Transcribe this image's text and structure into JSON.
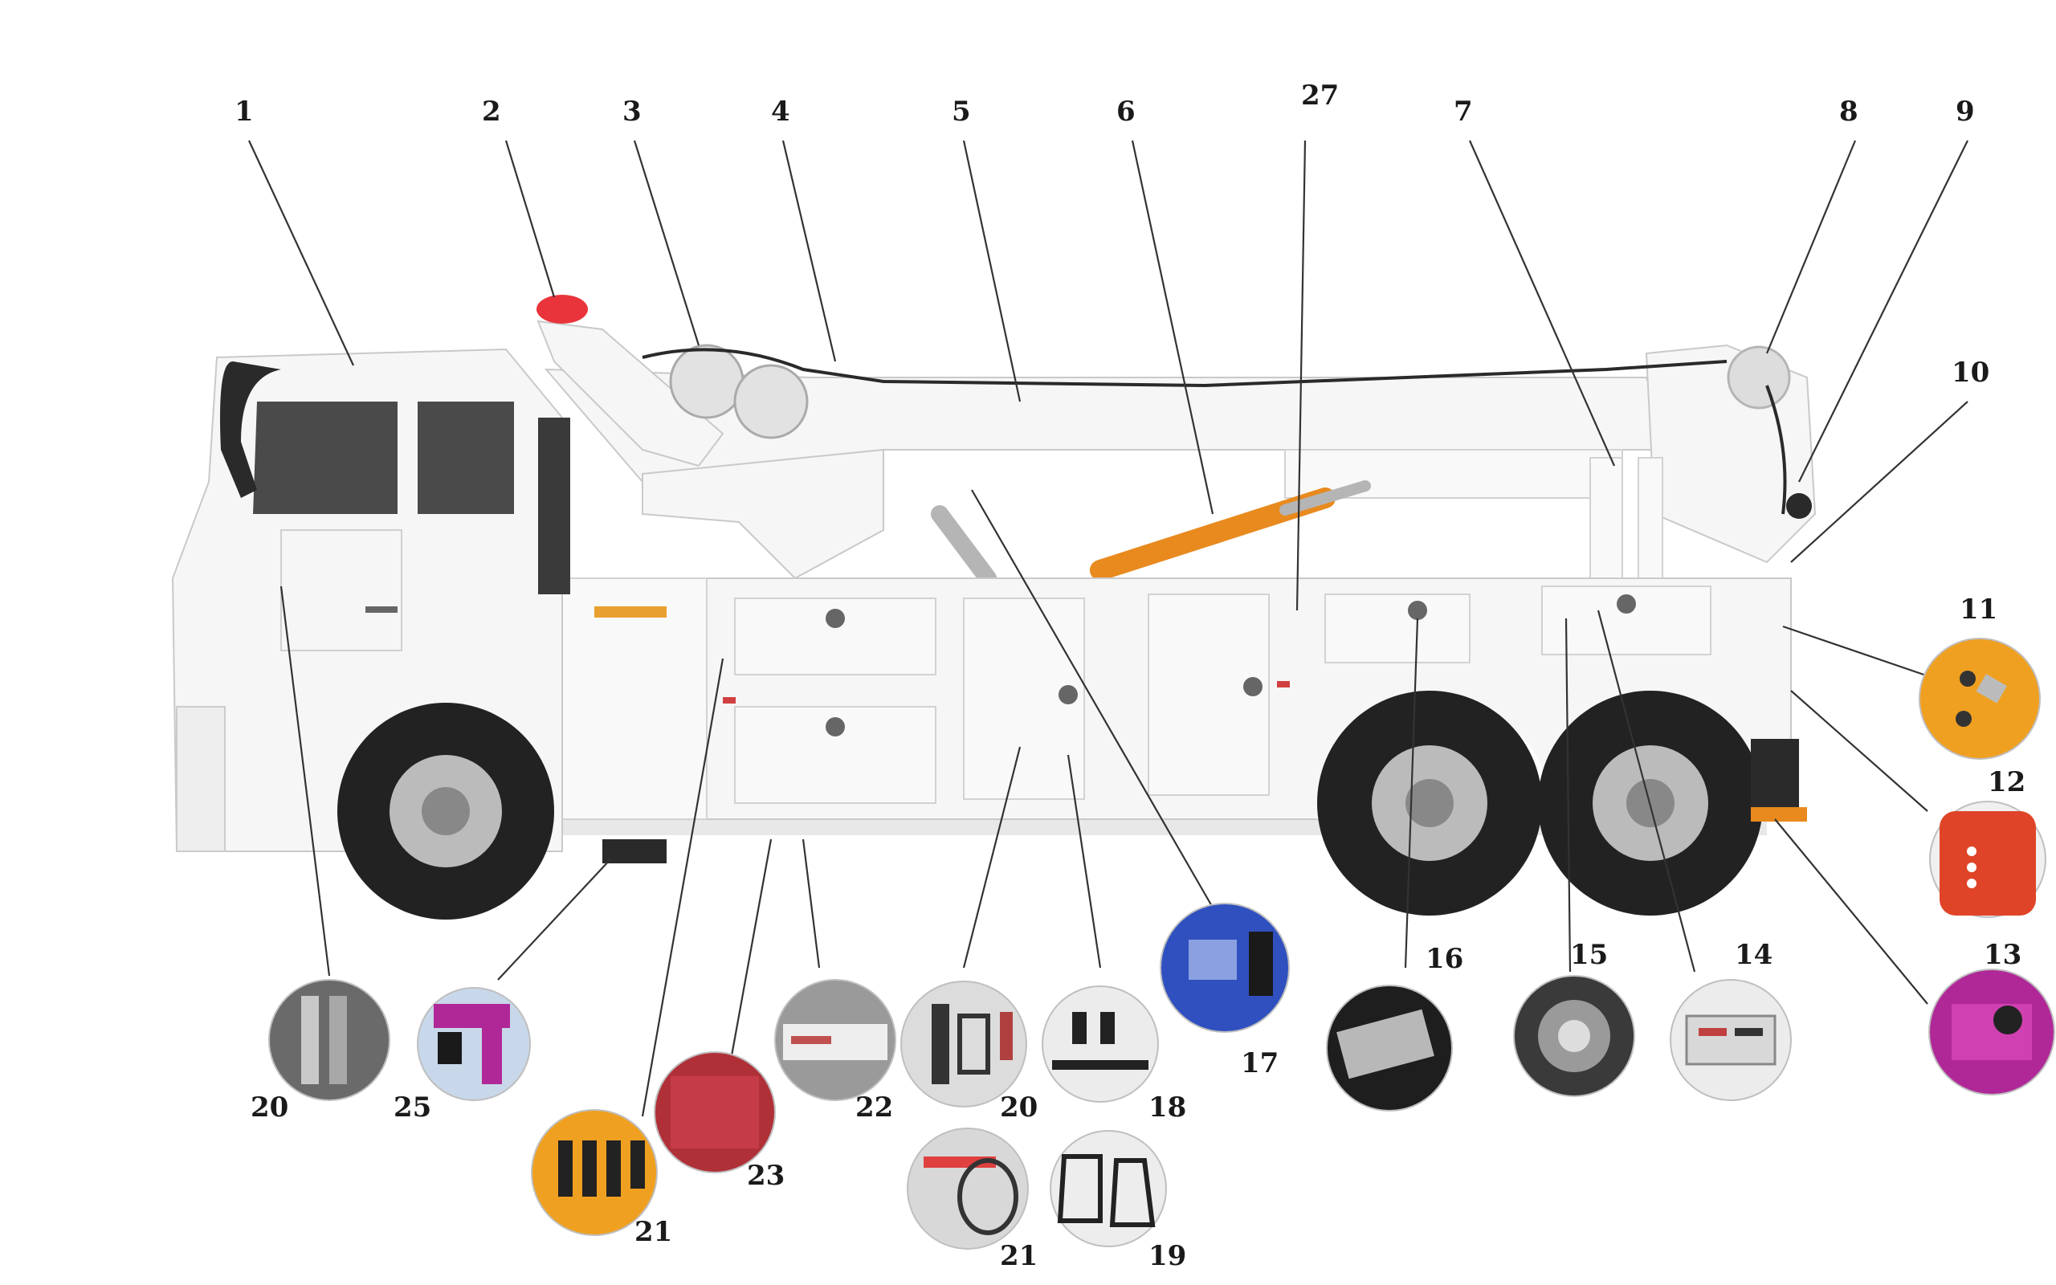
{
  "colors": {
    "cylinder": "#e88a1e",
    "beacon": "#e8343a",
    "thumb_orange": "#f0a020",
    "thumb_red": "#e04428",
    "thumb_magenta": "#b02898",
    "thumb_blue": "#3050c0",
    "thumb_gray": "#8a8a8a"
  },
  "labels": {
    "n1": "1",
    "n2": "2",
    "n3": "3",
    "n4": "4",
    "n5": "5",
    "n6": "6",
    "n27": "27",
    "n7": "7",
    "n8": "8",
    "n9": "9",
    "n10": "10",
    "n11": "11",
    "n12": "12",
    "n13": "13",
    "n14": "14",
    "n15": "15",
    "n16": "16",
    "n17": "17",
    "n18": "18",
    "n19": "19",
    "n20a": "20",
    "n20b": "20",
    "n21a": "21",
    "n21b": "21",
    "n22": "22",
    "n23": "23",
    "n25": "25"
  }
}
